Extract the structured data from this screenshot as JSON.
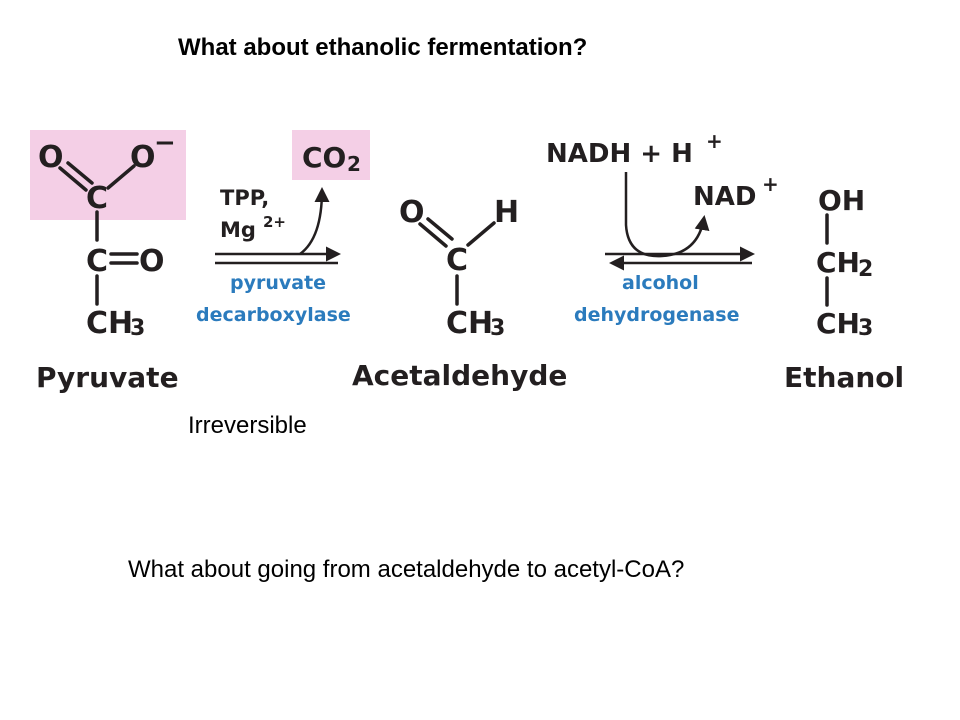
{
  "slide": {
    "title": "What about ethanolic fermentation?",
    "note": "Irreversible",
    "question": "What about going from acetaldehyde to acetyl-CoA?"
  },
  "reaction": {
    "pyruvate": {
      "name": "Pyruvate",
      "o1": "O",
      "o2": "O",
      "charge": "−",
      "c_carboxyl": "C",
      "c_keto": "C",
      "o_keto": "O",
      "ch": "CH",
      "sub3": "3"
    },
    "step1": {
      "cofactor_line1": "TPP,",
      "cofactor_line2": "Mg",
      "cofactor_sup": "2+",
      "product_co": "CO",
      "product_sub": "2",
      "enzyme_line1": "pyruvate",
      "enzyme_line2": "decarboxylase"
    },
    "acetaldehyde": {
      "name": "Acetaldehyde",
      "o": "O",
      "h": "H",
      "c": "C",
      "ch": "CH",
      "sub3": "3"
    },
    "step2": {
      "reactant": "NADH + H",
      "reactant_sup": "+",
      "product": "NAD",
      "product_sup": "+",
      "enzyme_line1": "alcohol",
      "enzyme_line2": "dehydrogenase"
    },
    "ethanol": {
      "name": "Ethanol",
      "oh": "OH",
      "ch2": "CH",
      "sub2": "2",
      "ch3": "CH",
      "sub3": "3"
    }
  },
  "colors": {
    "highlight": "#f4cfe6",
    "enzyme_text": "#2b7bbd",
    "structure": "#231f20"
  }
}
